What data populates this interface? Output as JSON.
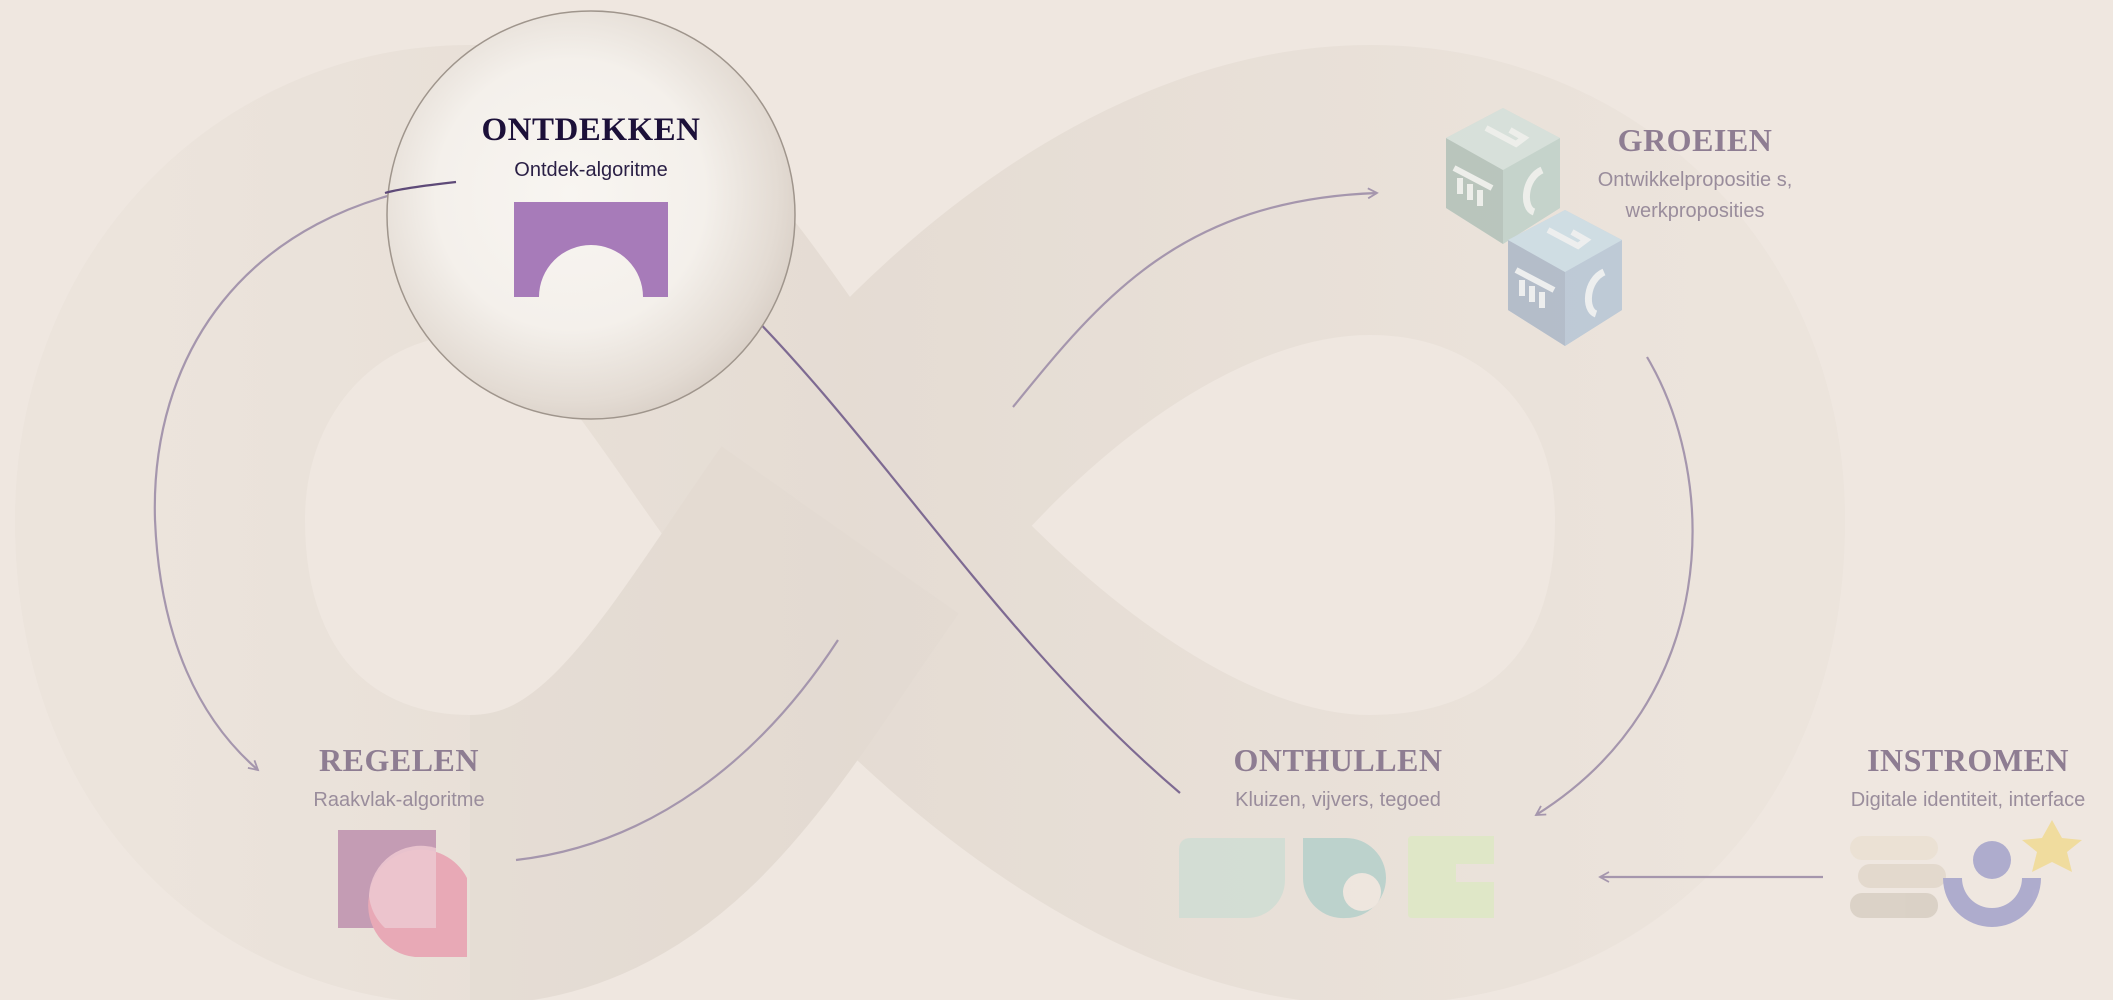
{
  "stages": {
    "ontdekken": {
      "title": "ONTDEKKEN",
      "subtitle": "Ontdek-algoritme",
      "color": "#a77bb9",
      "highlighted": true
    },
    "groeien": {
      "title": "GROEIEN",
      "subtitle_line1": "Ontwikkelpropositie s,",
      "subtitle_line2": "werkproposities"
    },
    "regelen": {
      "title": "REGELEN",
      "subtitle": "Raakvlak-algoritme"
    },
    "onthullen": {
      "title": "ONTHULLEN",
      "subtitle": "Kluizen, vijvers, tegoed"
    },
    "instromen": {
      "title": "INSTROMEN",
      "subtitle": "Digitale identiteit, interface"
    }
  },
  "colors": {
    "background": "#efe7e0",
    "loop": "#e6ddd4",
    "arrow": "#a596ad",
    "highlight_title": "#1c1039",
    "faded_title": "#8e7d92"
  },
  "icons": {
    "ontdekken": "arch-block-icon",
    "groeien": "building-blocks-icon",
    "regelen": "overlapping-shapes-icon",
    "onthullen": "vault-shapes-icon",
    "instromen": "identity-stack-icon"
  }
}
